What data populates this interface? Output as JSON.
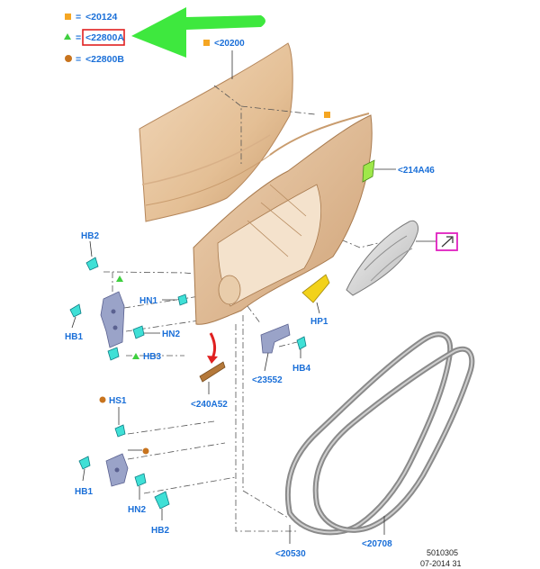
{
  "legend": {
    "square": {
      "eq": "=",
      "ref": "<20124",
      "color": "#f5a623"
    },
    "triangle": {
      "eq": "=",
      "ref": "<22800A",
      "color": "#3fcf3f",
      "box_color": "#e02020"
    },
    "circle": {
      "eq": "=",
      "ref": "<22800B",
      "color": "#c8741e"
    },
    "arrow_color": "#3ee83e"
  },
  "labels": {
    "skin": "<20200",
    "trim_clip": "<214A46",
    "hb2_top": "HB2",
    "hn1": "HN1",
    "hb1_top": "HB1",
    "hn2_top": "HN2",
    "hb3": "HB3",
    "hp1": "HP1",
    "check": "<23552",
    "hb4": "HB4",
    "strap": "<240A52",
    "hs1": "HS1",
    "hb1_bot": "HB1",
    "hn2_bot": "HN2",
    "hb2_bot": "HB2",
    "seal_outer": "<20530",
    "seal_inner": "<20708"
  },
  "footer": {
    "line1": "5010305",
    "line2": "07-2014 31"
  },
  "colors": {
    "label": "#1a6fd8",
    "door": "#e8c9a5",
    "door_dark": "#c99c6e",
    "seal": "#8a8a8a",
    "clip": "#3fe0d6",
    "pad": "#f2d21a",
    "strap": "#b4783a",
    "hinge": "#9aa3c8",
    "callout": "#e020c0",
    "red_arrow": "#e02020"
  }
}
